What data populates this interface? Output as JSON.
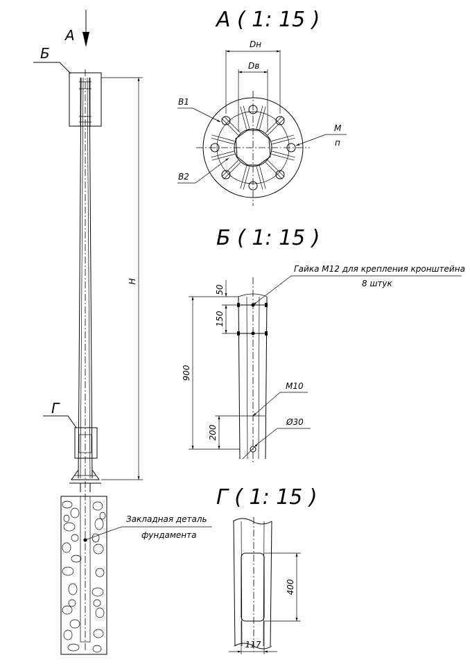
{
  "view_marks": {
    "arrow_a": "А",
    "callout_b": "Б",
    "callout_g": "Г"
  },
  "pole": {
    "height_label": "H",
    "foundation_note": {
      "line1": "Закладная деталь",
      "line2": "фундамента"
    }
  },
  "section_a": {
    "title": "А ( 1: 15 )",
    "dn": "Dн",
    "dv": "Dв",
    "b1": "В1",
    "b2": "В2",
    "m": "М",
    "n": "п"
  },
  "section_b": {
    "title": "Б ( 1: 15 )",
    "note_line1": "Гайка М12 для крепления кронштейна",
    "note_line2": "8 штук",
    "dim_50": "50",
    "dim_150": "150",
    "dim_900": "900",
    "dim_200": "200",
    "m10": "М10",
    "d30": "Ø30"
  },
  "section_g": {
    "title": "Г ( 1: 15 )",
    "dim_400": "400",
    "dim_117": "117"
  }
}
